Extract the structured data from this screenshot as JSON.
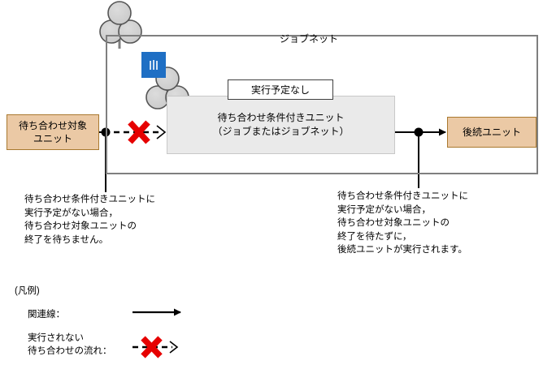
{
  "diagram": {
    "jobnet": {
      "title": "ジョブネット",
      "icon_name": "jobnet-icon"
    },
    "wait_target_unit": {
      "label": "待ち合わせ対象\nユニット",
      "line1": "待ち合わせ対象",
      "line2": "ユニット",
      "color": "#ebc9a5",
      "border_color": "#a9792f"
    },
    "conditional_unit": {
      "line1": "待ち合わせ条件付きユニット",
      "line2": "（ジョブまたはジョブネット）",
      "color": "#eaeaea",
      "border_color": "#c8c8c8",
      "status_badge": "実行予定なし",
      "icon_name": "jobnet-icon-scheduled"
    },
    "successor_unit": {
      "label": "後続ユニット",
      "color": "#ebc9a5",
      "border_color": "#a9792f"
    },
    "flow": {
      "blocked_marker": "×",
      "blocked_marker_color": "#e60000",
      "connector_color": "#000000"
    },
    "annotations": {
      "left": "待ち合わせ条件付きユニットに\n実行予定がない場合，\n待ち合わせ対象ユニットの\n終了を待ちません。",
      "right": "待ち合わせ条件付きユニットに\n実行予定がない場合，\n待ち合わせ対象ユニットの\n終了を待たずに，\n後続ユニットが実行されます。"
    }
  },
  "legend": {
    "title": "(凡例)",
    "items": [
      {
        "label": "関連線：",
        "sample": "solid-arrow"
      },
      {
        "label": "実行されない\n待ち合わせの流れ：",
        "sample": "dashed-arrow-with-x"
      }
    ],
    "item_0_label": "関連線：",
    "item_1_label": "実行されない\n待ち合わせの流れ："
  }
}
